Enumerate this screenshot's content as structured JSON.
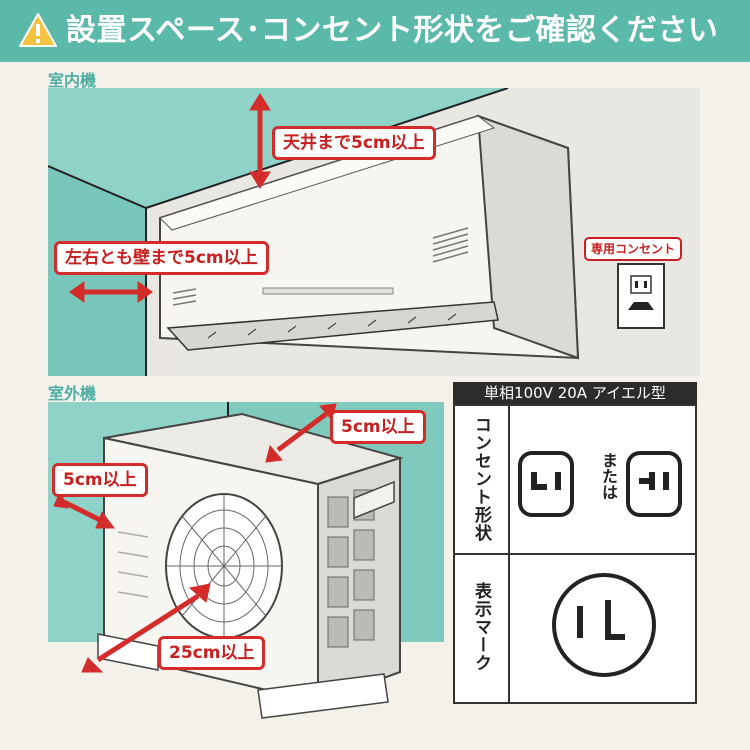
{
  "header": {
    "title": "設置スペース･コンセント形状をご確認ください",
    "bg_color": "#5bb9aa",
    "warning_icon": "warning-icon"
  },
  "indoor": {
    "section_label": "室内機",
    "ceiling_callout": "天井まで5cm以上",
    "side_callout": "左右とも壁まで5cm以上",
    "outlet_label": "専用コンセント"
  },
  "outdoor": {
    "section_label": "室外機",
    "back_callout": "5cm以上",
    "side_callout": "5cm以上",
    "front_callout": "25cm以上"
  },
  "outlet_table": {
    "header": "単相100V 20A アイエル型",
    "row1_label": "コンセント形状",
    "or_text": "または",
    "row2_label": "表示マーク"
  },
  "colors": {
    "accent_red": "#d42b2b",
    "teal": "#5bb9aa",
    "wall_teal": "#8fd2c7"
  }
}
